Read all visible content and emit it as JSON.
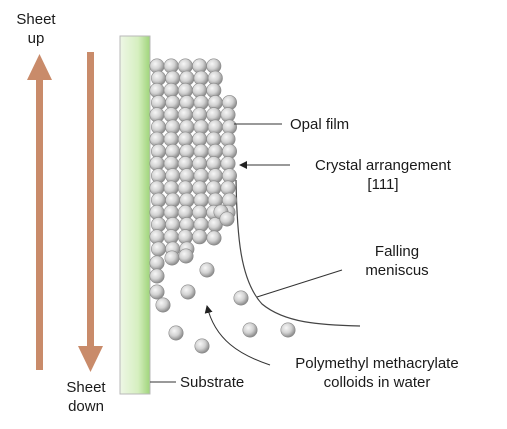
{
  "labels": {
    "sheet_up_1": "Sheet",
    "sheet_up_2": "up",
    "sheet_down_1": "Sheet",
    "sheet_down_2": "down",
    "opal_film": "Opal film",
    "crystal_1": "Crystal arrangement",
    "crystal_2": "[111]",
    "falling_1": "Falling",
    "falling_2": "meniscus",
    "pmma_1": "Polymethyl methacrylate",
    "pmma_2": "colloids in water",
    "substrate": "Substrate"
  },
  "colors": {
    "arrow": "#c98b6a",
    "substrate_fill": "#c6e6a6",
    "substrate_edge": "#8bcf6a",
    "sphere_light": "#f4f4f4",
    "sphere_dark": "#8c8c8c",
    "line": "#333333"
  }
}
